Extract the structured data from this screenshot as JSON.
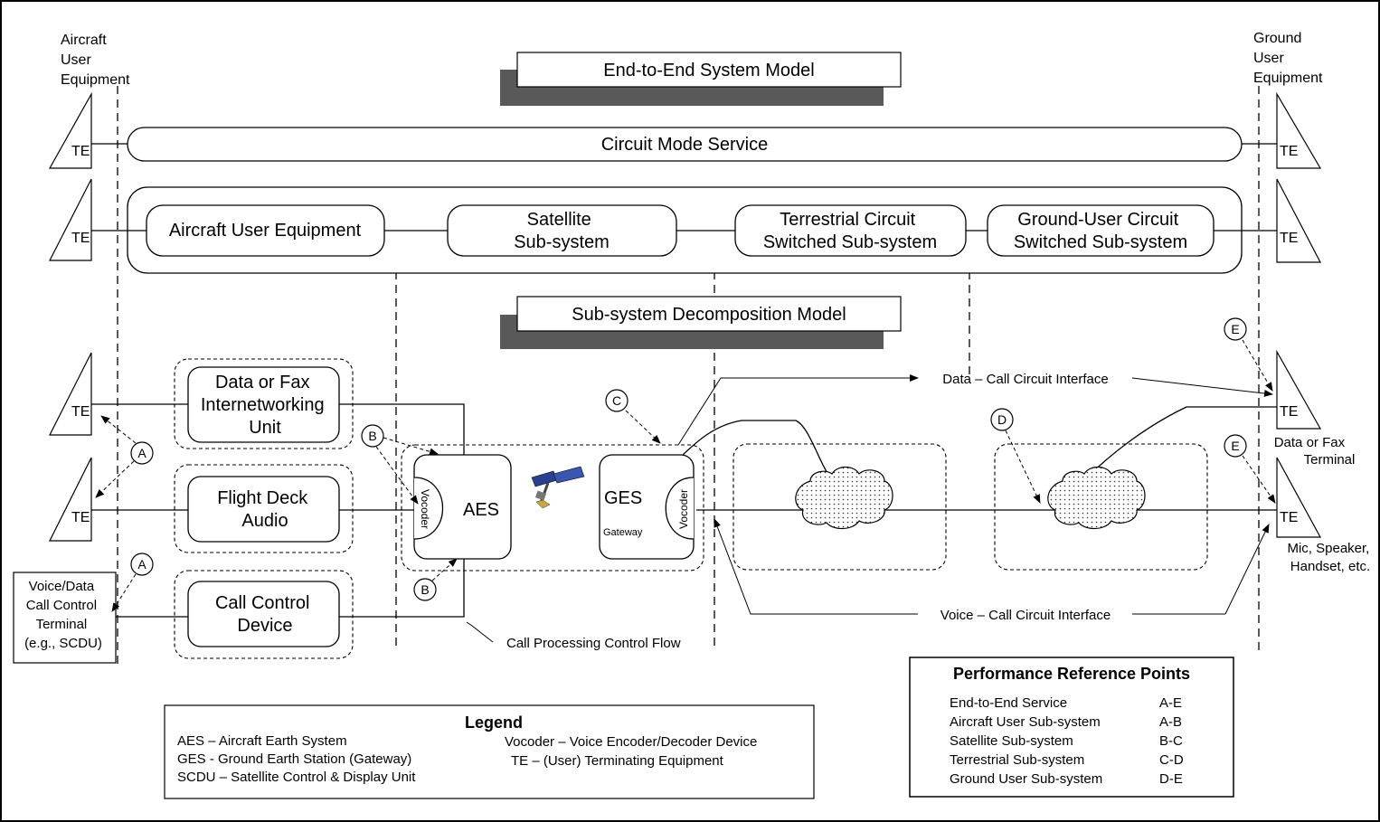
{
  "headers": {
    "aircraft_user_equipment": [
      "Aircraft",
      "User",
      "Equipment"
    ],
    "ground_user_equipment": [
      "Ground",
      "User",
      "Equipment"
    ]
  },
  "banners": {
    "end_to_end": "End-to-End System Model",
    "decomposition": "Sub-system Decomposition Model"
  },
  "circuit_mode_service": "Circuit Mode Service",
  "subsystems": {
    "aircraft": "Aircraft User Equipment",
    "satellite": [
      "Satellite",
      "Sub-system"
    ],
    "terrestrial": [
      "Terrestrial Circuit",
      "Switched Sub-system"
    ],
    "ground_user": [
      "Ground-User Circuit",
      "Switched Sub-system"
    ]
  },
  "te": "TE",
  "units": {
    "data_fax": [
      "Data or Fax",
      "Internetworking",
      "Unit"
    ],
    "flight_deck": [
      "Flight Deck",
      "Audio"
    ],
    "call_control": [
      "Call Control",
      "Device"
    ]
  },
  "aes": "AES",
  "ges": "GES",
  "gateway": "Gateway",
  "vocoder": "Vocoder",
  "voice_data_terminal": [
    "Voice/Data",
    "Call Control",
    "Terminal",
    "(e.g., SCDU)"
  ],
  "data_fax_terminal": [
    "Data or Fax",
    "Terminal"
  ],
  "mic_terminal": [
    "Mic, Speaker,",
    "Handset, etc."
  ],
  "reference_markers": {
    "a": "A",
    "b": "B",
    "c": "C",
    "d": "D",
    "e": "E"
  },
  "interfaces": {
    "data": "Data – Call Circuit Interface",
    "voice": "Voice – Call Circuit Interface",
    "call_processing": "Call Processing Control Flow"
  },
  "legend": {
    "title": "Legend",
    "left": [
      "AES – Aircraft Earth System",
      "GES - Ground Earth Station (Gateway)",
      "SCDU – Satellite Control & Display Unit"
    ],
    "right": [
      "Vocoder – Voice Encoder/Decoder Device",
      "TE – (User) Terminating Equipment"
    ]
  },
  "performance": {
    "title": "Performance Reference Points",
    "rows": [
      {
        "name": "End-to-End Service",
        "range": "A-E"
      },
      {
        "name": "Aircraft User Sub-system",
        "range": "A-B"
      },
      {
        "name": "Satellite Sub-system",
        "range": "B-C"
      },
      {
        "name": "Terrestrial Sub-system",
        "range": "C-D"
      },
      {
        "name": "Ground User Sub-system",
        "range": "D-E"
      }
    ]
  },
  "colors": {
    "line": "#000000",
    "shadow": "#595959",
    "background": "#ffffff",
    "satellite_panel": "#2a3f8f"
  }
}
